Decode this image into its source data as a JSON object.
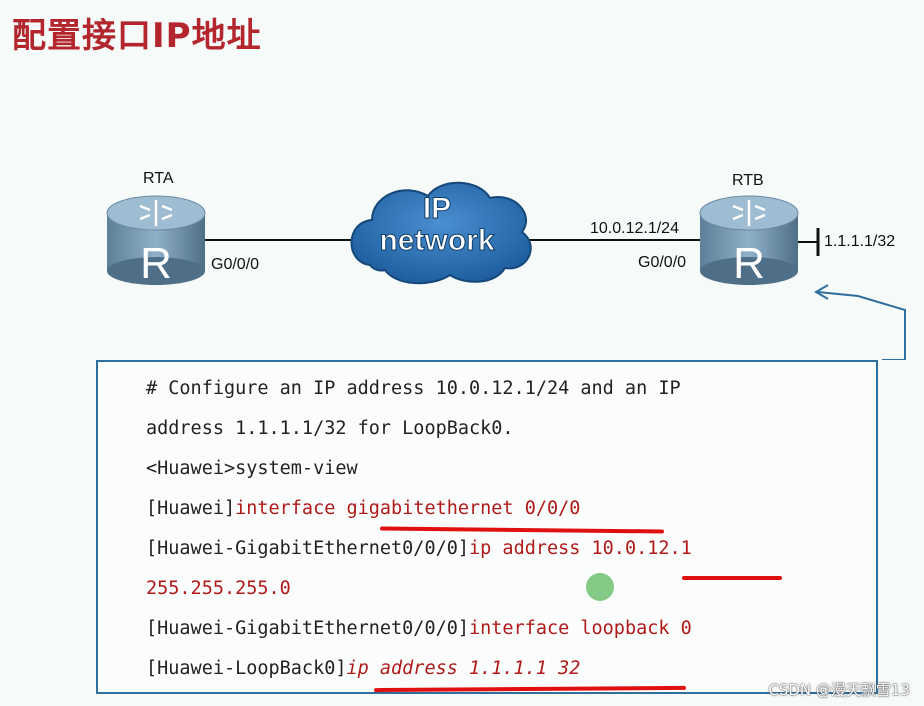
{
  "title": "配置接口IP地址",
  "topology": {
    "rta": {
      "name": "RTA",
      "port": "G0/0/0",
      "icon_letter": "R"
    },
    "cloud": {
      "line1": "IP",
      "line2": "network"
    },
    "rtb": {
      "name": "RTB",
      "port": "G0/0/0",
      "ip": "10.0.12.1/24",
      "loopback": "1.1.1.1/32",
      "icon_letter": "R"
    }
  },
  "code": {
    "line1": "# Configure an IP address 10.0.12.1/24 and an IP",
    "line2": "address 1.1.1.1/32 for LoopBack0.",
    "line3": "<Huawei>system-view",
    "line4_prompt": "[Huawei]",
    "line4_cmd": "interface gigabitethernet 0/0/0",
    "line5_prompt": "[Huawei-GigabitEthernet0/0/0]",
    "line5_cmd": "ip address 10.0.12.1",
    "line6": "255.255.255.0",
    "line7_prompt": "[Huawei-GigabitEthernet0/0/0]",
    "line7_cmd": "interface loopback 0",
    "line8_prompt": "[Huawei-LoopBack0]",
    "line8_cmd": "ip address 1.1.1.1 32"
  },
  "watermark": "CSDN @漫天飘雪13",
  "colors": {
    "title": "#b3262e",
    "command": "#b01a1a",
    "box_border": "#2f6f9f",
    "underline": "#e01010"
  }
}
